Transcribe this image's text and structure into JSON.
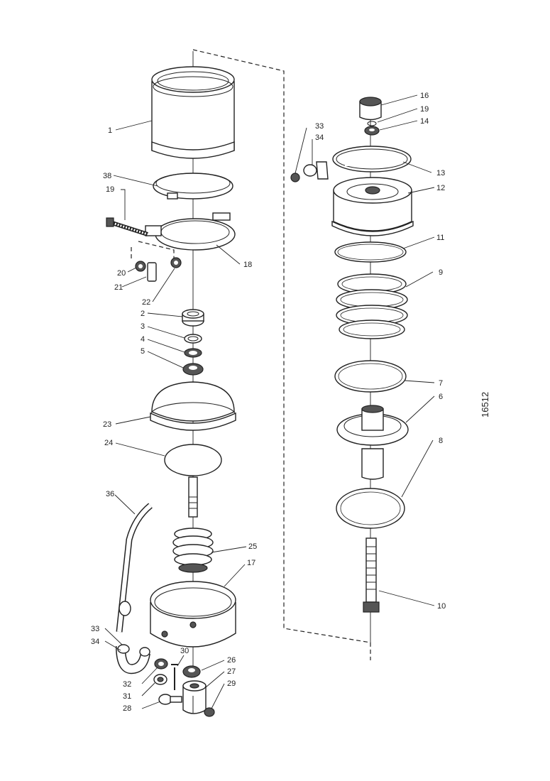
{
  "drawing": {
    "code": "16512",
    "labels": {
      "l1": "1",
      "l38": "38",
      "l19a": "19",
      "l20": "20",
      "l21": "21",
      "l22": "22",
      "l18": "18",
      "l2": "2",
      "l3": "3",
      "l4": "4",
      "l5": "5",
      "l23": "23",
      "l24": "24",
      "l36": "36",
      "l25": "25",
      "l17": "17",
      "l33a": "33",
      "l34a": "34",
      "l30": "30",
      "l26": "26",
      "l27": "27",
      "l29": "29",
      "l32": "32",
      "l31": "31",
      "l28": "28",
      "l33b": "33",
      "l34b": "34",
      "l16": "16",
      "l19b": "19",
      "l14": "14",
      "l13": "13",
      "l12": "12",
      "l11": "11",
      "l9": "9",
      "l7": "7",
      "l6": "6",
      "l8": "8",
      "l10": "10"
    }
  }
}
